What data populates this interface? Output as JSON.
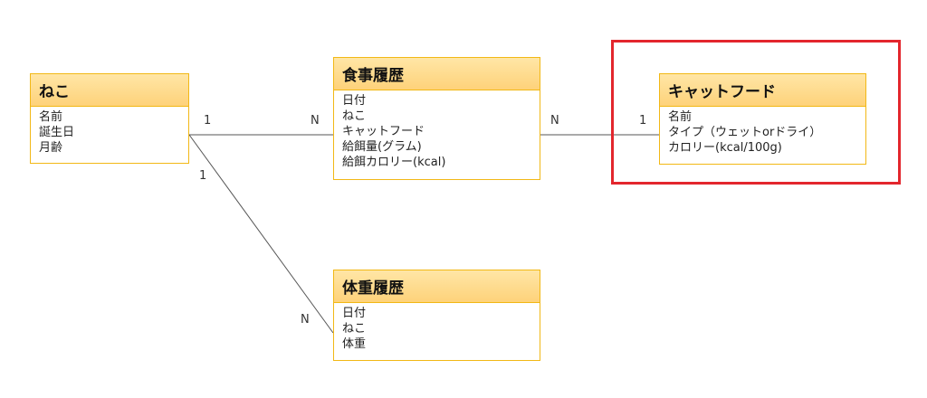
{
  "entities": {
    "neko": {
      "title": "ねこ",
      "attributes": [
        "名前",
        "誕生日",
        "月齢"
      ]
    },
    "meal_history": {
      "title": "食事履歴",
      "attributes": [
        "日付",
        "ねこ",
        "キャットフード",
        "給餌量(グラム)",
        "給餌カロリー(kcal)"
      ]
    },
    "cat_food": {
      "title": "キャットフード",
      "attributes": [
        "名前",
        "タイプ（ウェットorドライ）",
        "カロリー(kcal/100g)"
      ]
    },
    "weight_history": {
      "title": "体重履歴",
      "attributes": [
        "日付",
        "ねこ",
        "体重"
      ]
    }
  },
  "relationships": {
    "neko_meal": {
      "from_card": "1",
      "to_card": "N"
    },
    "meal_food": {
      "from_card": "N",
      "to_card": "1"
    },
    "neko_weight": {
      "from_card": "1",
      "to_card": "N"
    }
  },
  "colors": {
    "entity_border": "#f2b816",
    "entity_header": "#fed27a",
    "line": "#555555",
    "highlight": "#e3262d"
  }
}
